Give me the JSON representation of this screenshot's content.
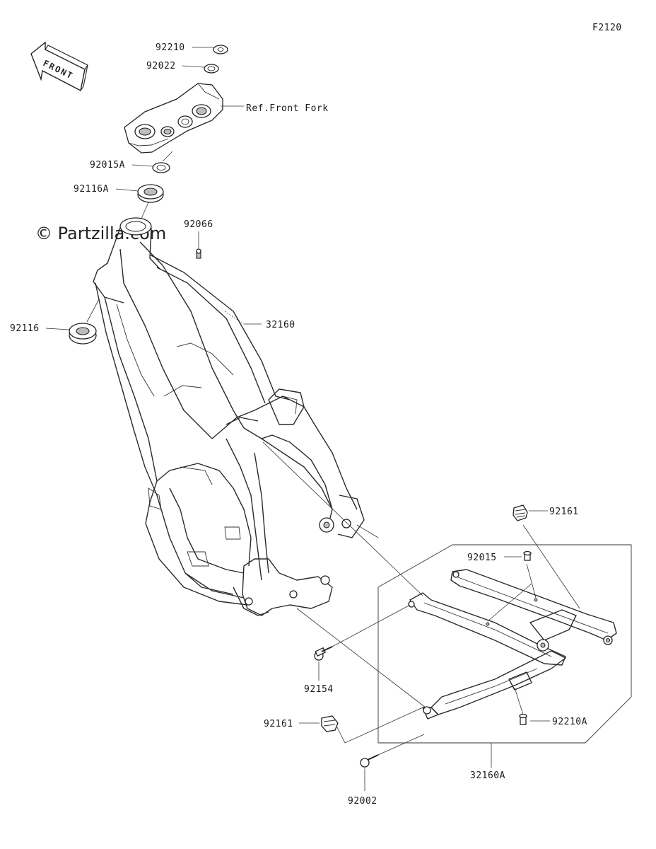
{
  "diagram_code": "F2120",
  "watermark": "© Partzilla.com",
  "front_arrow_label": "FRONT",
  "labels": {
    "p92210": "92210",
    "p92022": "92022",
    "ref_front_fork": "Ref.Front Fork",
    "p92015A": "92015A",
    "p92116A": "92116A",
    "p92066": "92066",
    "p92116": "92116",
    "p32160": "32160",
    "p92161_top": "92161",
    "p92015": "92015",
    "p92154": "92154",
    "p92161_bottom": "92161",
    "p92210A": "92210A",
    "p32160A": "32160A",
    "p92002": "92002"
  }
}
